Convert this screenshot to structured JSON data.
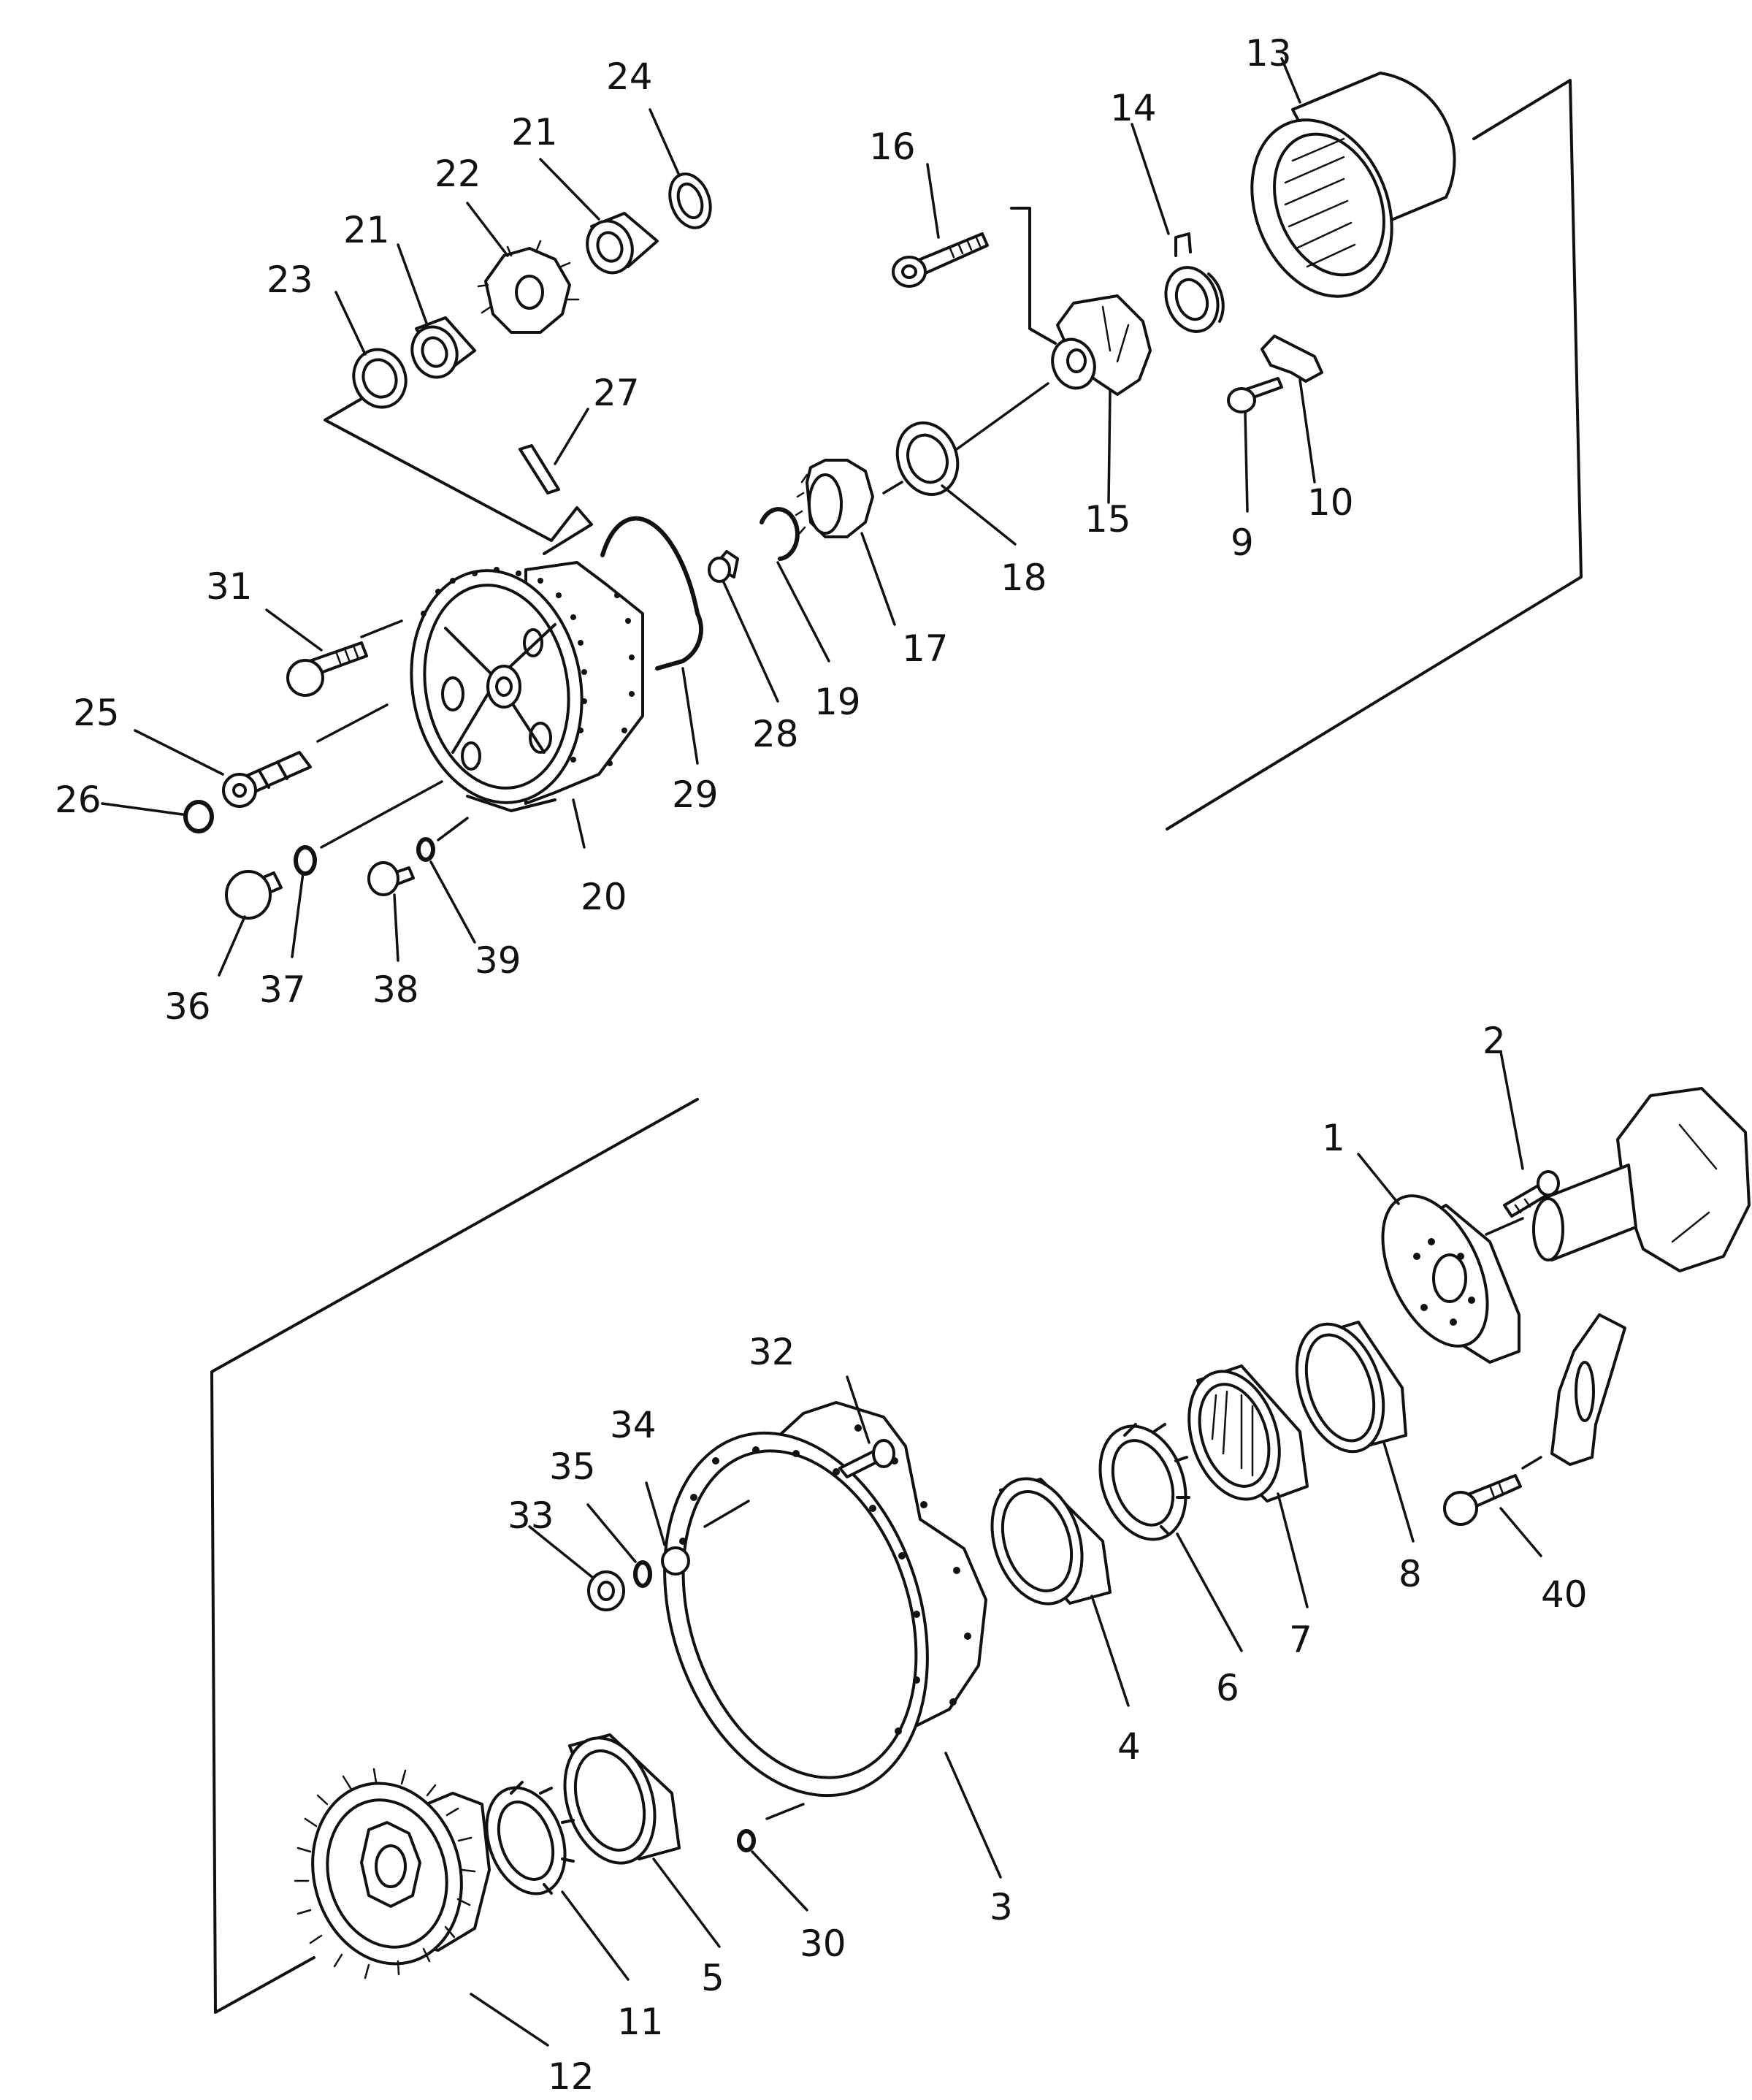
{
  "diagram": {
    "part_labels": [
      "1",
      "2",
      "3",
      "4",
      "5",
      "6",
      "7",
      "8",
      "9",
      "10",
      "11",
      "12",
      "13",
      "14",
      "15",
      "16",
      "17",
      "18",
      "19",
      "20",
      "21",
      "21",
      "22",
      "23",
      "24",
      "25",
      "26",
      "27",
      "28",
      "29",
      "30",
      "31",
      "32",
      "33",
      "34",
      "35",
      "36",
      "37",
      "38",
      "39",
      "40"
    ]
  }
}
